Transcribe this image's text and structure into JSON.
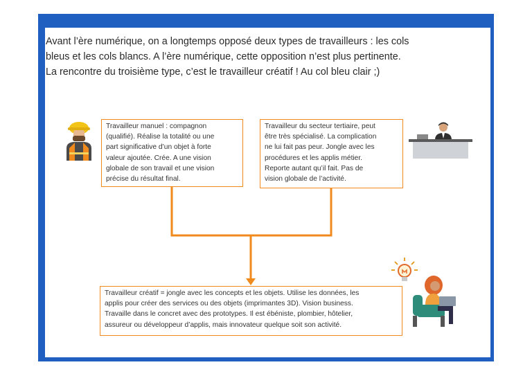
{
  "intro": {
    "lines": [
      "Avant l’ère numérique, on a longtemps opposé deux types de travailleurs : les cols",
      "bleus et les cols blancs.  A l’ère numérique, cette opposition n’est plus pertinente.",
      "La rencontre du troisième type, c’est le travailleur créatif ! Au col bleu clair ;)"
    ]
  },
  "box_manual": {
    "lines": [
      "Travailleur manuel : compagnon",
      "(qualifié). Réalise la totalité ou une",
      "part significative d’un objet à forte",
      "valeur ajoutée. Crée. A une vision",
      "globale de son travail et une vision",
      "précise du résultat final."
    ]
  },
  "box_tertiary": {
    "lines": [
      "Travailleur du secteur tertiaire, peut",
      "être très spécialisé. La complication",
      "ne lui fait pas peur. Jongle avec les",
      "procédures et les applis métier.",
      "Reporte autant qu’il fait. Pas de",
      "vision globale de l’activité."
    ]
  },
  "box_creative": {
    "lines": [
      "Travailleur créatif = jongle avec les concepts et les objets. Utilise les données, les",
      "applis pour créer des services ou des objets (imprimantes 3D).  Vision business.",
      "Travaille dans le concret avec des prototypes. Il est ébéniste, plombier, hôtelier,",
      "assureur ou développeur d’applis, mais innovateur quelque soit son activité."
    ]
  },
  "colors": {
    "frame_blue": "#1f5fc0",
    "accent_orange": "#f08a1c"
  },
  "icons": {
    "worker": "construction-worker-icon",
    "office": "office-worker-icon",
    "creative": "creative-worker-icon",
    "idea": "lightbulb-icon"
  }
}
